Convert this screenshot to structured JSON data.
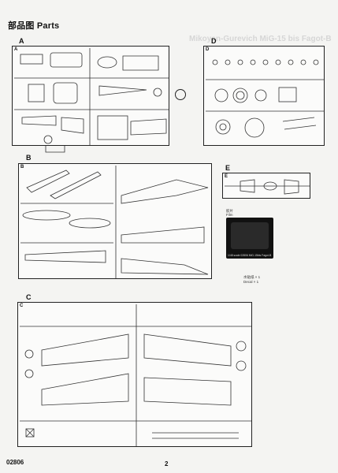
{
  "header": {
    "title": "部品图  Parts"
  },
  "background_text": "Mikoyan-Gurevich MiG-15 bis Fagot-B",
  "sections": {
    "A": {
      "letter": "A",
      "tag": "A"
    },
    "D": {
      "letter": "D",
      "tag": "D"
    },
    "B": {
      "letter": "B",
      "tag": "B"
    },
    "E": {
      "letter": "E",
      "tag": "E"
    },
    "C": {
      "letter": "C",
      "tag": "C"
    }
  },
  "film": {
    "label_cn": "胶片",
    "label_en": "Film",
    "caption": "1/48 scale 02806 MiG-15bis Fagot-B"
  },
  "decal": {
    "label_cn": "水贴纸 × 1",
    "label_en": "Decal × 1"
  },
  "footer": {
    "code": "02806",
    "page": "2"
  },
  "colors": {
    "sprue_outline": "#222222",
    "paper": "#f4f4f2"
  }
}
